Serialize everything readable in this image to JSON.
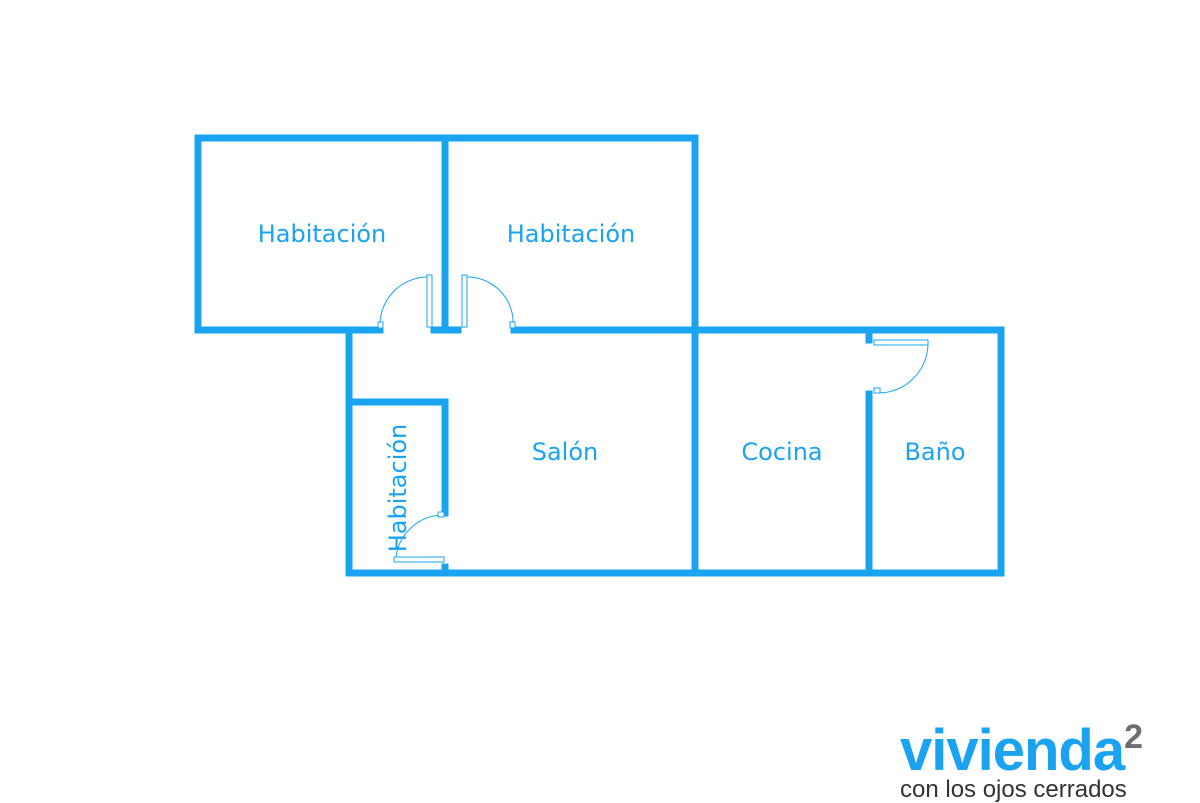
{
  "rooms": {
    "bedroom_1": "Habitación",
    "bedroom_2": "Habitación",
    "bedroom_3": "Habitación",
    "living_room": "Salón",
    "kitchen": "Cocina",
    "bathroom": "Baño"
  },
  "logo": {
    "brand": "vivienda",
    "superscript": "2",
    "tagline": "con los ojos cerrados"
  },
  "colors": {
    "wall": "#1aa3f0",
    "logo_gray": "#6d6e70"
  }
}
